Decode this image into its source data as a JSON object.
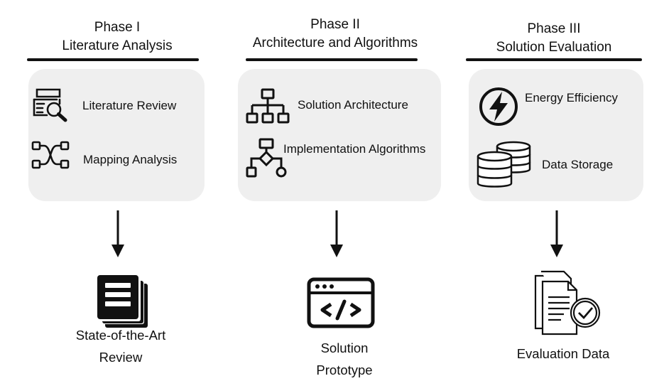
{
  "phases": [
    {
      "title_line1": "Phase I",
      "title_line2": "Literature Analysis",
      "items": [
        {
          "label": "Literature Review",
          "icon": "literature-review-icon"
        },
        {
          "label": "Mapping Analysis",
          "icon": "mapping-analysis-icon"
        }
      ],
      "output": {
        "line1": "State-of-the-Art",
        "line2": "Review",
        "icon": "documents-stack-icon"
      }
    },
    {
      "title_line1": "Phase II",
      "title_line2": "Architecture and Algorithms",
      "items": [
        {
          "label": "Solution Architecture",
          "icon": "hierarchy-icon"
        },
        {
          "label": "Implementation Algorithms",
          "icon": "flowchart-icon"
        }
      ],
      "output": {
        "line1": "Solution",
        "line2": "Prototype",
        "icon": "code-window-icon"
      }
    },
    {
      "title_line1": "Phase III",
      "title_line2": "Solution Evaluation",
      "items": [
        {
          "label": "Energy Efficiency",
          "icon": "lightning-icon"
        },
        {
          "label": "Data Storage",
          "icon": "database-icon"
        }
      ],
      "output": {
        "line1": "Evaluation Data",
        "line2": "",
        "icon": "checked-documents-icon"
      }
    }
  ]
}
